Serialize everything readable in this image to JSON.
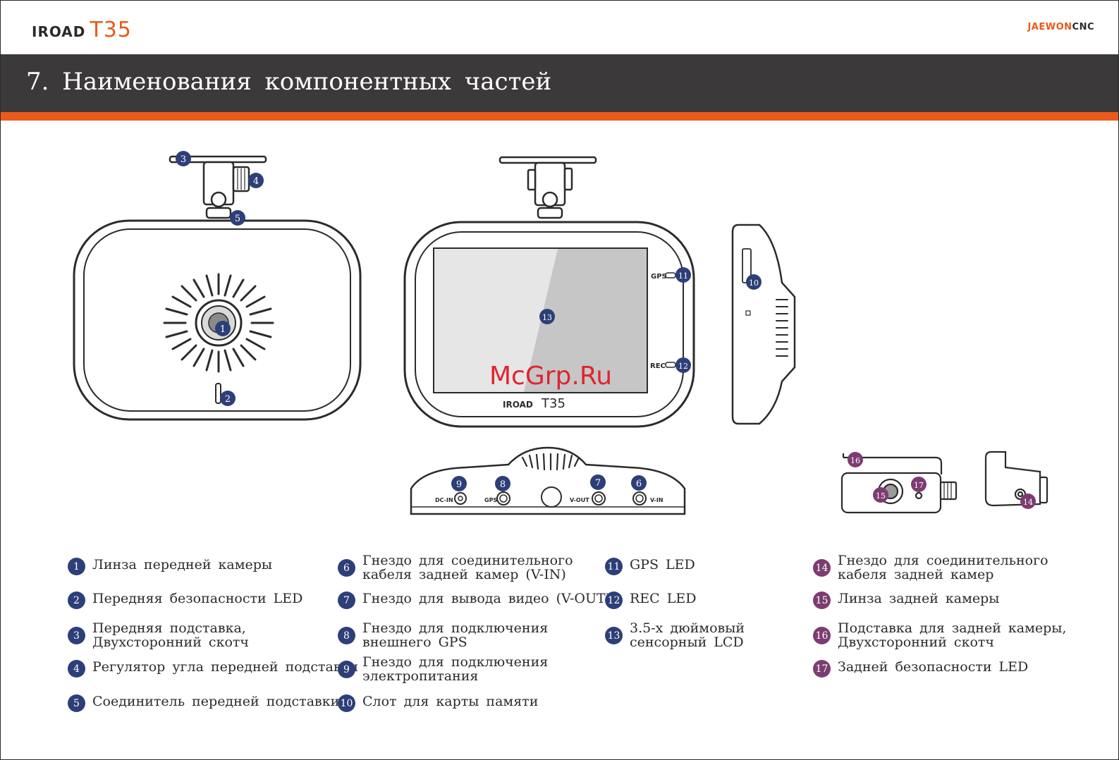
{
  "header": {
    "logo_brand": "IROAD",
    "logo_model": "T35",
    "company_a": "JAEWON",
    "company_b": "CNC",
    "title": "7. Наименования компонентных частей"
  },
  "watermark": "McGrp.Ru",
  "device_labels": {
    "gps": "GPS",
    "rec": "REC",
    "dc_in": "DC-IN",
    "gps_port": "GPS",
    "v_out": "V-OUT",
    "v_in": "V-IN",
    "screen_logo_brand": "IROAD",
    "screen_logo_model": "T35"
  },
  "markers": [
    "1",
    "2",
    "3",
    "4",
    "5",
    "6",
    "7",
    "8",
    "9",
    "10",
    "11",
    "12",
    "13",
    "14",
    "15",
    "16",
    "17"
  ],
  "legend": [
    {
      "num": "1",
      "lines": [
        "Линза передней камеры"
      ]
    },
    {
      "num": "2",
      "lines": [
        "Передняя безопасности LED"
      ]
    },
    {
      "num": "3",
      "lines": [
        "Передняя подставка,",
        "Двухсторонний скотч"
      ]
    },
    {
      "num": "4",
      "lines": [
        "Регулятор угла передней подставки"
      ]
    },
    {
      "num": "5",
      "lines": [
        "Соединитель передней подставки"
      ]
    },
    {
      "num": "6",
      "lines": [
        "Гнездо для соединительного",
        "кабеля задней камер (V-IN)"
      ]
    },
    {
      "num": "7",
      "lines": [
        "Гнездо для вывода видео (V-OUT)"
      ]
    },
    {
      "num": "8",
      "lines": [
        "Гнездо для подключения",
        "внешнего GPS"
      ]
    },
    {
      "num": "9",
      "lines": [
        "Гнездо для подключения",
        "электропитания"
      ]
    },
    {
      "num": "10",
      "lines": [
        "Слот для карты памяти"
      ]
    },
    {
      "num": "11",
      "lines": [
        "GPS LED"
      ]
    },
    {
      "num": "12",
      "lines": [
        "REC LED"
      ]
    },
    {
      "num": "13",
      "lines": [
        "3.5-х дюймовый",
        "сенсорный LCD"
      ]
    },
    {
      "num": "14",
      "lines": [
        "Гнездо для соединительного",
        "кабеля задней камер"
      ]
    },
    {
      "num": "15",
      "lines": [
        "Линза задней камеры"
      ]
    },
    {
      "num": "16",
      "lines": [
        "Подставка для задней камеры,",
        "Двухсторонний скотч"
      ]
    },
    {
      "num": "17",
      "lines": [
        "Задней безопасности LED"
      ]
    }
  ]
}
